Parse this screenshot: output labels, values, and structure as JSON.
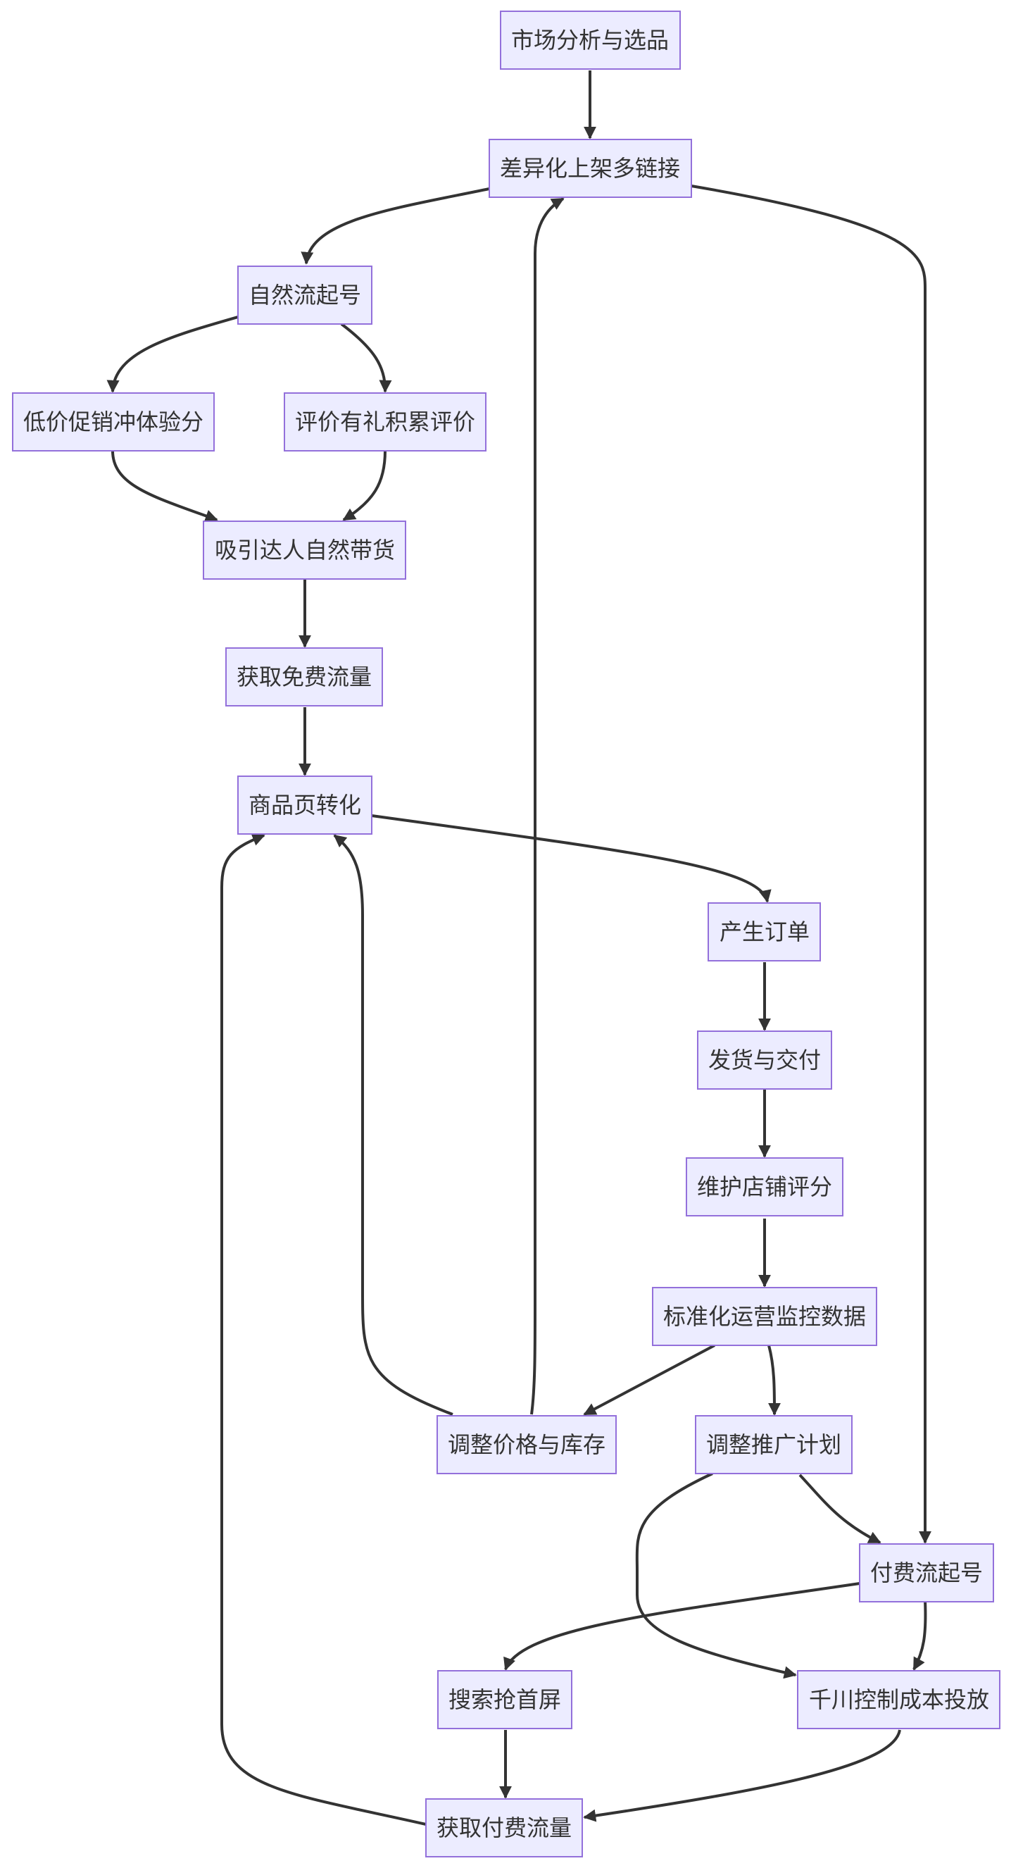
{
  "diagram": {
    "type": "flowchart",
    "colors": {
      "node_fill": "#ECECFF",
      "node_border": "#9370DB",
      "text": "#333333",
      "edge": "#333333"
    },
    "nodes": {
      "market_selection": "市场分析与选品",
      "diff_listing": "差异化上架多链接",
      "organic_start": "自然流起号",
      "low_price_promo": "低价促销冲体验分",
      "review_gift": "评价有礼积累评价",
      "attract_influencers": "吸引达人自然带货",
      "free_traffic": "获取免费流量",
      "product_page_conversion": "商品页转化",
      "generate_orders": "产生订单",
      "ship_deliver": "发货与交付",
      "store_rating": "维护店铺评分",
      "standard_ops_monitor": "标准化运营监控数据",
      "adjust_price_stock": "调整价格与库存",
      "adjust_promo_plan": "调整推广计划",
      "paid_start": "付费流起号",
      "search_top_screen": "搜索抢首屏",
      "qianchuan_ads": "千川控制成本投放",
      "paid_traffic": "获取付费流量"
    },
    "edges": [
      [
        "market_selection",
        "diff_listing"
      ],
      [
        "diff_listing",
        "organic_start"
      ],
      [
        "diff_listing",
        "paid_start"
      ],
      [
        "organic_start",
        "low_price_promo"
      ],
      [
        "organic_start",
        "review_gift"
      ],
      [
        "low_price_promo",
        "attract_influencers"
      ],
      [
        "review_gift",
        "attract_influencers"
      ],
      [
        "attract_influencers",
        "free_traffic"
      ],
      [
        "free_traffic",
        "product_page_conversion"
      ],
      [
        "product_page_conversion",
        "generate_orders"
      ],
      [
        "generate_orders",
        "ship_deliver"
      ],
      [
        "ship_deliver",
        "store_rating"
      ],
      [
        "store_rating",
        "standard_ops_monitor"
      ],
      [
        "standard_ops_monitor",
        "adjust_price_stock"
      ],
      [
        "standard_ops_monitor",
        "adjust_promo_plan"
      ],
      [
        "adjust_price_stock",
        "product_page_conversion"
      ],
      [
        "adjust_price_stock",
        "diff_listing"
      ],
      [
        "adjust_promo_plan",
        "paid_start"
      ],
      [
        "adjust_promo_plan",
        "qianchuan_ads"
      ],
      [
        "paid_start",
        "search_top_screen"
      ],
      [
        "paid_start",
        "qianchuan_ads"
      ],
      [
        "search_top_screen",
        "paid_traffic"
      ],
      [
        "qianchuan_ads",
        "paid_traffic"
      ],
      [
        "paid_traffic",
        "product_page_conversion"
      ]
    ]
  }
}
